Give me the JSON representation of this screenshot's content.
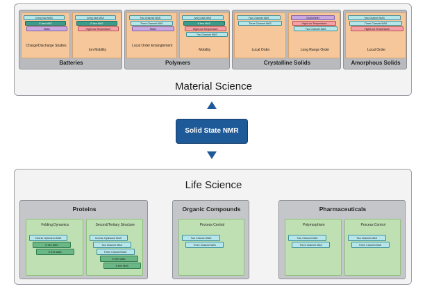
{
  "material": {
    "title": "Material Science",
    "groups": [
      {
        "label": "Batteries",
        "cols": [
          {
            "sub": "Charge/Discharge Studies",
            "tags": [
              {
                "text": "(very) fast MAS",
                "color": "cyan"
              },
              {
                "text": "E.free MAS",
                "color": "teal"
              },
              {
                "text": "Static",
                "color": "purple"
              }
            ]
          },
          {
            "sub": "Ion Mobility",
            "tags": [
              {
                "text": "(very) fast MAS",
                "color": "cyan"
              },
              {
                "text": "E.free MAS",
                "color": "teal"
              },
              {
                "text": "High/Low Temperature",
                "color": "red"
              }
            ]
          }
        ]
      },
      {
        "label": "Polymers",
        "cols": [
          {
            "sub": "Local Order Entanglement",
            "tags": [
              {
                "text": "Two Channel MAS",
                "color": "cyan"
              },
              {
                "text": "Three Channel MAS",
                "color": "cyan"
              },
              {
                "text": "Static",
                "color": "purple"
              }
            ]
          },
          {
            "sub": "Mobility",
            "tags": [
              {
                "text": "(very) fast MAS",
                "color": "cyan"
              },
              {
                "text": "E.free MAS",
                "color": "teal"
              },
              {
                "text": "High/Low Temperature",
                "color": "red"
              },
              {
                "text": "Two Channel MAS",
                "color": "cyan"
              }
            ]
          }
        ]
      },
      {
        "label": "Crystalline Solids",
        "cols": [
          {
            "sub": "Local Order",
            "tags": [
              {
                "text": "Two Channel MAS",
                "color": "cyan"
              },
              {
                "text": "Three Channel MAS",
                "color": "cyan"
              }
            ]
          },
          {
            "sub": "Long Range Order",
            "tags": [
              {
                "text": "Goniometer",
                "color": "purple"
              },
              {
                "text": "High/Low Temperature",
                "color": "red"
              },
              {
                "text": "Two Channel MAS",
                "color": "cyan"
              }
            ]
          }
        ]
      },
      {
        "label": "Amorphous Solids",
        "cols": [
          {
            "sub": "Local Order",
            "tags": [
              {
                "text": "Two Channel MAS",
                "color": "cyan"
              },
              {
                "text": "Three Channel MAS",
                "color": "cyan"
              },
              {
                "text": "High/Low Temperature",
                "color": "red"
              }
            ]
          }
        ]
      }
    ]
  },
  "center": {
    "label": "Solid State NMR"
  },
  "life": {
    "title": "Life Science",
    "groups": [
      {
        "label": "Proteins",
        "cols": [
          {
            "sub": "Folding Dynamics",
            "tags": [
              {
                "text": "Inverse Optimized MAS",
                "color": "cyan"
              },
              {
                "text": "E.free MAS",
                "color": "mgreen"
              },
              {
                "text": "E.free static",
                "color": "mgreen"
              }
            ]
          },
          {
            "sub": "Second/Tertiary Structure",
            "tags": [
              {
                "text": "Inverse Optimized MAS",
                "color": "cyan"
              },
              {
                "text": "Two Channel MAS",
                "color": "cyan"
              },
              {
                "text": "Three Channel MAS",
                "color": "cyan"
              },
              {
                "text": "E.free static",
                "color": "mgreen"
              },
              {
                "text": "E.free MAS",
                "color": "mgreen"
              }
            ]
          }
        ]
      },
      {
        "label": "Organic Compounds",
        "cols": [
          {
            "sub": "Process Control",
            "tags": [
              {
                "text": "Two Channel MAS",
                "color": "cyan"
              },
              {
                "text": "Three Channel MAS",
                "color": "cyan"
              }
            ]
          }
        ]
      },
      {
        "label": "Pharmaceuticals",
        "cols": [
          {
            "sub": "Polymorphism",
            "tags": [
              {
                "text": "Two Channel MAS",
                "color": "cyan"
              },
              {
                "text": "Three Channel MAS",
                "color": "cyan"
              }
            ]
          },
          {
            "sub": "Process Control",
            "tags": [
              {
                "text": "Two Channel MAS",
                "color": "cyan"
              },
              {
                "text": "Three Channel MAS",
                "color": "cyan"
              }
            ]
          }
        ]
      }
    ]
  }
}
